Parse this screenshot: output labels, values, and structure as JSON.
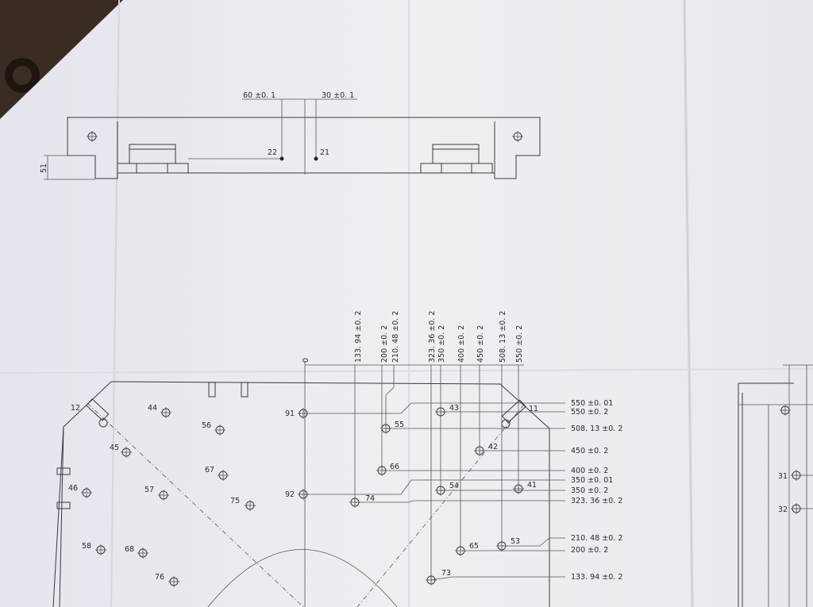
{
  "top_view": {
    "dims_top": [
      "60 ±0. 1",
      "30 ±0. 1"
    ],
    "points": [
      "22",
      "21"
    ],
    "height_dim": "51"
  },
  "x_dims": [
    "0",
    "133. 94 ±0. 2",
    "200 ±0. 2",
    "210. 48 ±0. 2",
    "323. 36 ±0. 2",
    "350 ±0. 2",
    "400 ±0. 2",
    "450 ±0. 2",
    "508. 13 ±0. 2",
    "550 ±0. 2"
  ],
  "y_dims": [
    "550 ±0. 01",
    "550 ±0. 2",
    "508. 13 ±0. 2",
    "450 ±0. 2",
    "400 ±0. 2",
    "350 ±0. 01",
    "350 ±0. 2",
    "323. 36 ±0. 2",
    "210. 48 ±0. 2",
    "200 ±0. 2",
    "133. 94 ±0. 2"
  ],
  "holes": {
    "h12": "12",
    "h11": "11",
    "h44": "44",
    "h56": "56",
    "h45": "45",
    "h67": "67",
    "h57": "57",
    "h46": "46",
    "h75": "75",
    "h58": "58",
    "h68": "68",
    "h76": "76",
    "h91": "91",
    "h92": "92",
    "h43": "43",
    "h55": "55",
    "h42": "42",
    "h66": "66",
    "h54": "54",
    "h41": "41",
    "h74": "74",
    "h65": "65",
    "h53": "53",
    "h73": "73",
    "h31": "31",
    "h32": "32"
  },
  "colors": {
    "paper": "#ecebf0",
    "ink": "#3a3a3a",
    "desk": "#3a2c22"
  }
}
